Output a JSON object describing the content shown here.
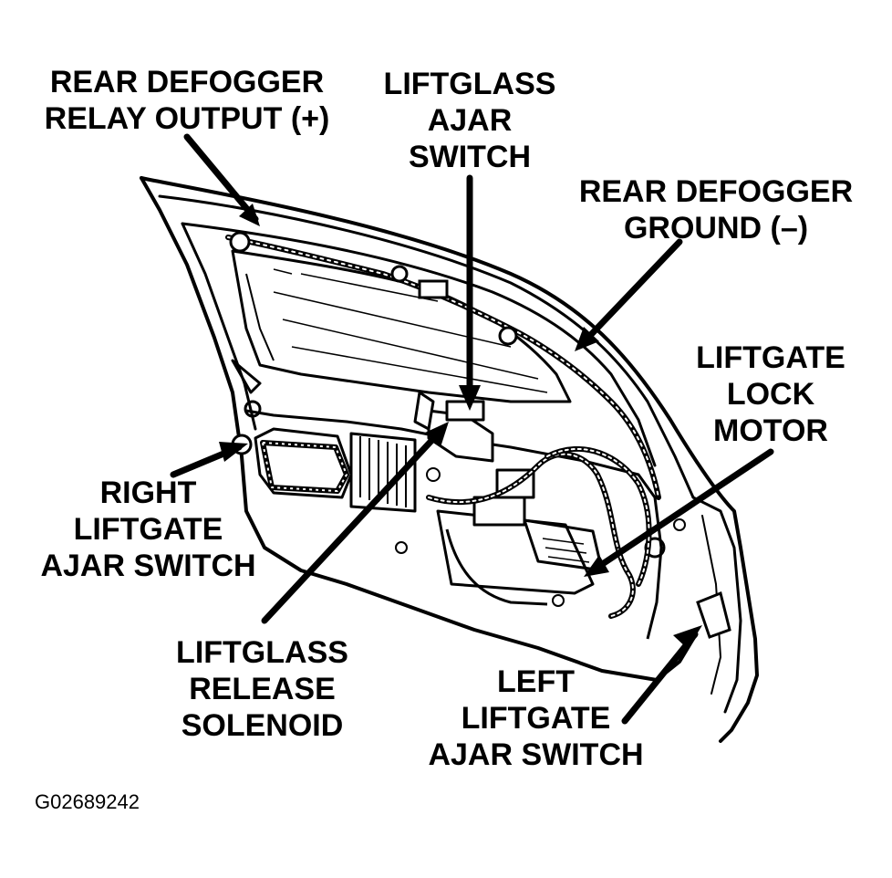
{
  "callouts": {
    "rear_defogger_relay_output": [
      "REAR DEFOGGER",
      "RELAY OUTPUT (+)"
    ],
    "liftglass_ajar_switch": [
      "LIFTGLASS",
      "AJAR",
      "SWITCH"
    ],
    "rear_defogger_ground": [
      "REAR DEFOGGER",
      "GROUND (–)"
    ],
    "liftgate_lock_motor": [
      "LIFTGATE",
      "LOCK",
      "MOTOR"
    ],
    "right_liftgate_ajar_switch": [
      "RIGHT",
      "LIFTGATE",
      "AJAR SWITCH"
    ],
    "liftglass_release_solenoid": [
      "LIFTGLASS",
      "RELEASE",
      "SOLENOID"
    ],
    "left_liftgate_ajar_switch": [
      "LEFT",
      "LIFTGATE",
      "AJAR SWITCH"
    ]
  },
  "figure_id": "G02689242",
  "colors": {
    "ink": "#000000",
    "paper": "#ffffff"
  }
}
